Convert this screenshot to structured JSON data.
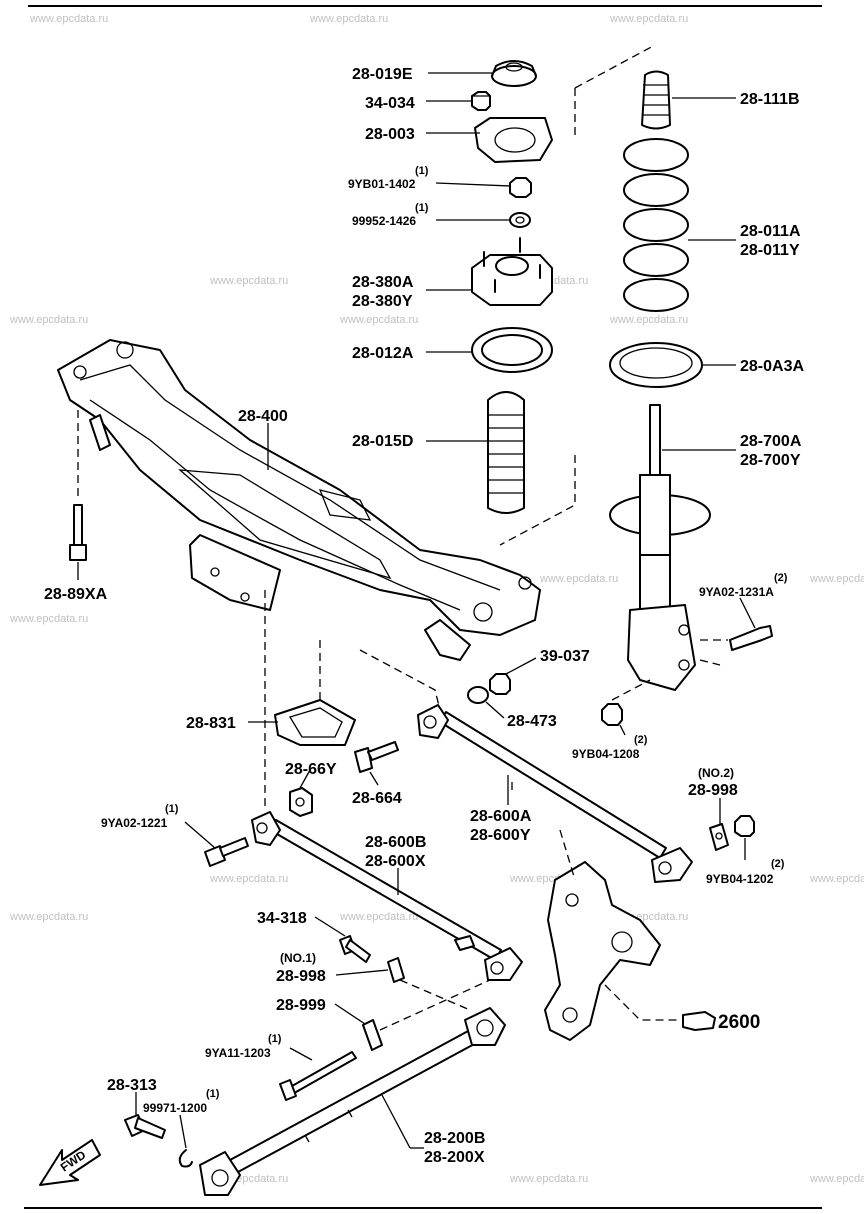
{
  "watermark": "www.epcdata.ru",
  "labels": {
    "p28_019E": "28-019E",
    "p34_034": "34-034",
    "p28_003": "28-003",
    "q_9YB01_qty": "(1)",
    "p9YB01": "9YB01-1402",
    "q_99952_qty": "(1)",
    "p99952": "99952-1426",
    "p28_380A": "28-380A",
    "p28_380Y": "28-380Y",
    "p28_012A": "28-012A",
    "p28_015D": "28-015D",
    "p28_111B": "28-111B",
    "p28_011A": "28-011A",
    "p28_011Y": "28-011Y",
    "p28_0A3A": "28-0A3A",
    "p28_700A": "28-700A",
    "p28_700Y": "28-700Y",
    "q_9YA02_1231_qty": "(2)",
    "p9YA02_1231": "9YA02-1231A",
    "p28_400": "28-400",
    "p28_89XA": "28-89XA",
    "p39_037": "39-037",
    "p28_473": "28-473",
    "q_9YB04_1208_qty": "(2)",
    "p9YB04_1208": "9YB04-1208",
    "p28_831": "28-831",
    "p28_66Y": "28-66Y",
    "p28_664": "28-664",
    "q_9YA02_1221_qty": "(1)",
    "p9YA02_1221": "9YA02-1221",
    "p28_600A": "28-600A",
    "p28_600Y": "28-600Y",
    "no2": "(NO.2)",
    "p28_998_b": "28-998",
    "q_9YB04_1202_qty": "(2)",
    "p9YB04_1202": "9YB04-1202",
    "p28_600B": "28-600B",
    "p28_600X": "28-600X",
    "p34_318": "34-318",
    "no1": "(NO.1)",
    "p28_998_a": "28-998",
    "p28_999": "28-999",
    "q_9YA11_qty": "(1)",
    "p9YA11": "9YA11-1203",
    "p2600": "2600",
    "p28_313": "28-313",
    "q_99971_qty": "(1)",
    "p99971": "99971-1200",
    "p28_200B": "28-200B",
    "p28_200X": "28-200X",
    "fwd": "FWD"
  }
}
